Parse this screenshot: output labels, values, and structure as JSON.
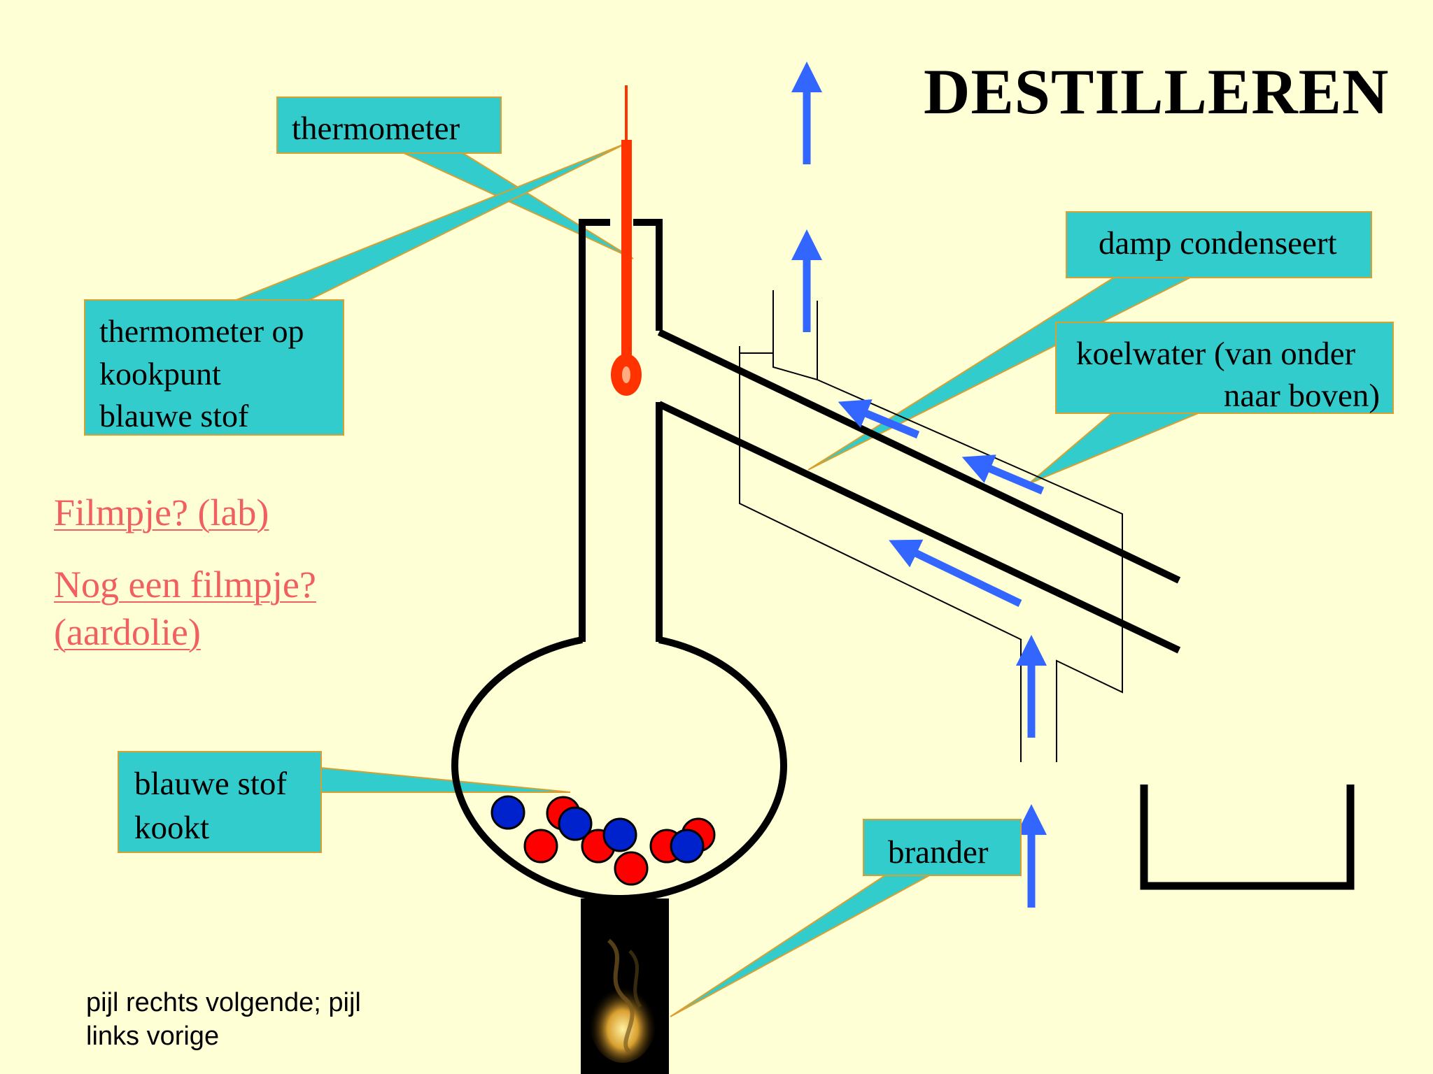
{
  "title": "DESTILLEREN",
  "labels": {
    "thermometer": "thermometer",
    "thermometer_boiling_point": [
      "thermometer op",
      "kookpunt",
      "blauwe stof"
    ],
    "vapor_condenses": "damp condenseert",
    "cooling_water": [
      "koelwater (van onder",
      "naar boven)"
    ],
    "blue_substance_boils": [
      "blauwe stof",
      "kookt"
    ],
    "burner": "brander"
  },
  "links": {
    "film_lab": "Filmpje? (lab)",
    "film_oil": [
      "Nog een filmpje?",
      "(aardolie)"
    ]
  },
  "hint": [
    "pijl rechts volgende; pijl",
    "links vorige"
  ],
  "colors": {
    "background": "#ffffd6",
    "callout_fill": "#33cccc",
    "callout_border": "#d8a030",
    "arrow": "#3366ff",
    "thermometer": "#ff3300",
    "particle_red": "#ff0000",
    "particle_blue": "#0022cc",
    "link": "#f06060"
  },
  "icons": [
    "up-arrow-icon",
    "flame-icon"
  ]
}
